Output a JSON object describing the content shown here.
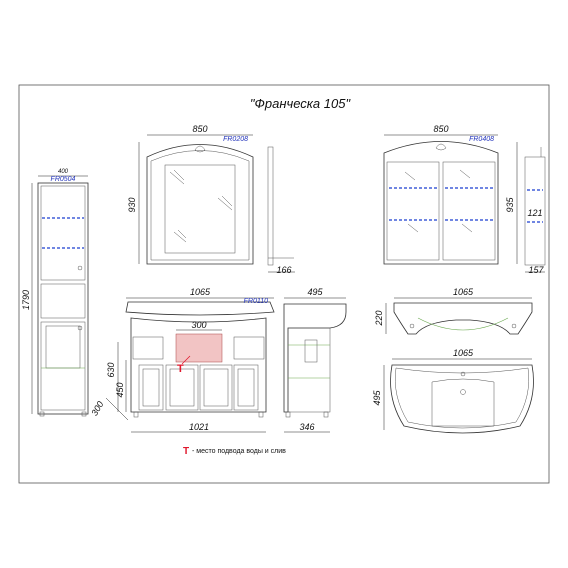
{
  "title": "\"Франческа 105\"",
  "codes": {
    "column": "FR0504",
    "mirror": "FR0208",
    "cabinet": "FR0408",
    "vanity": "FR0110"
  },
  "dimensions": {
    "column_width": "400",
    "column_height": "1790",
    "mirror_width": "850",
    "mirror_height": "930",
    "mirror_depth": "166",
    "cabinet_width": "850",
    "cabinet_height": "935",
    "cabinet_side_inner": "121",
    "cabinet_depth": "157",
    "vanity_top_width": "1065",
    "vanity_niche": "300",
    "vanity_height": "630",
    "vanity_body_height": "450",
    "vanity_leg_height": "300",
    "vanity_body_width": "1021",
    "vanity_side_top": "495",
    "vanity_side_bottom": "346",
    "basin_front_width": "1065",
    "basin_front_height": "220",
    "basin_top_width": "1065",
    "basin_top_depth": "495"
  },
  "legend": {
    "marker": "Т",
    "text": "- место подвода воды и слив"
  },
  "colors": {
    "shelf_line": "#1a3fd0",
    "code_text": "#2233bb",
    "marker": "#e0182d",
    "niche_fill": "#f2c4c4"
  }
}
